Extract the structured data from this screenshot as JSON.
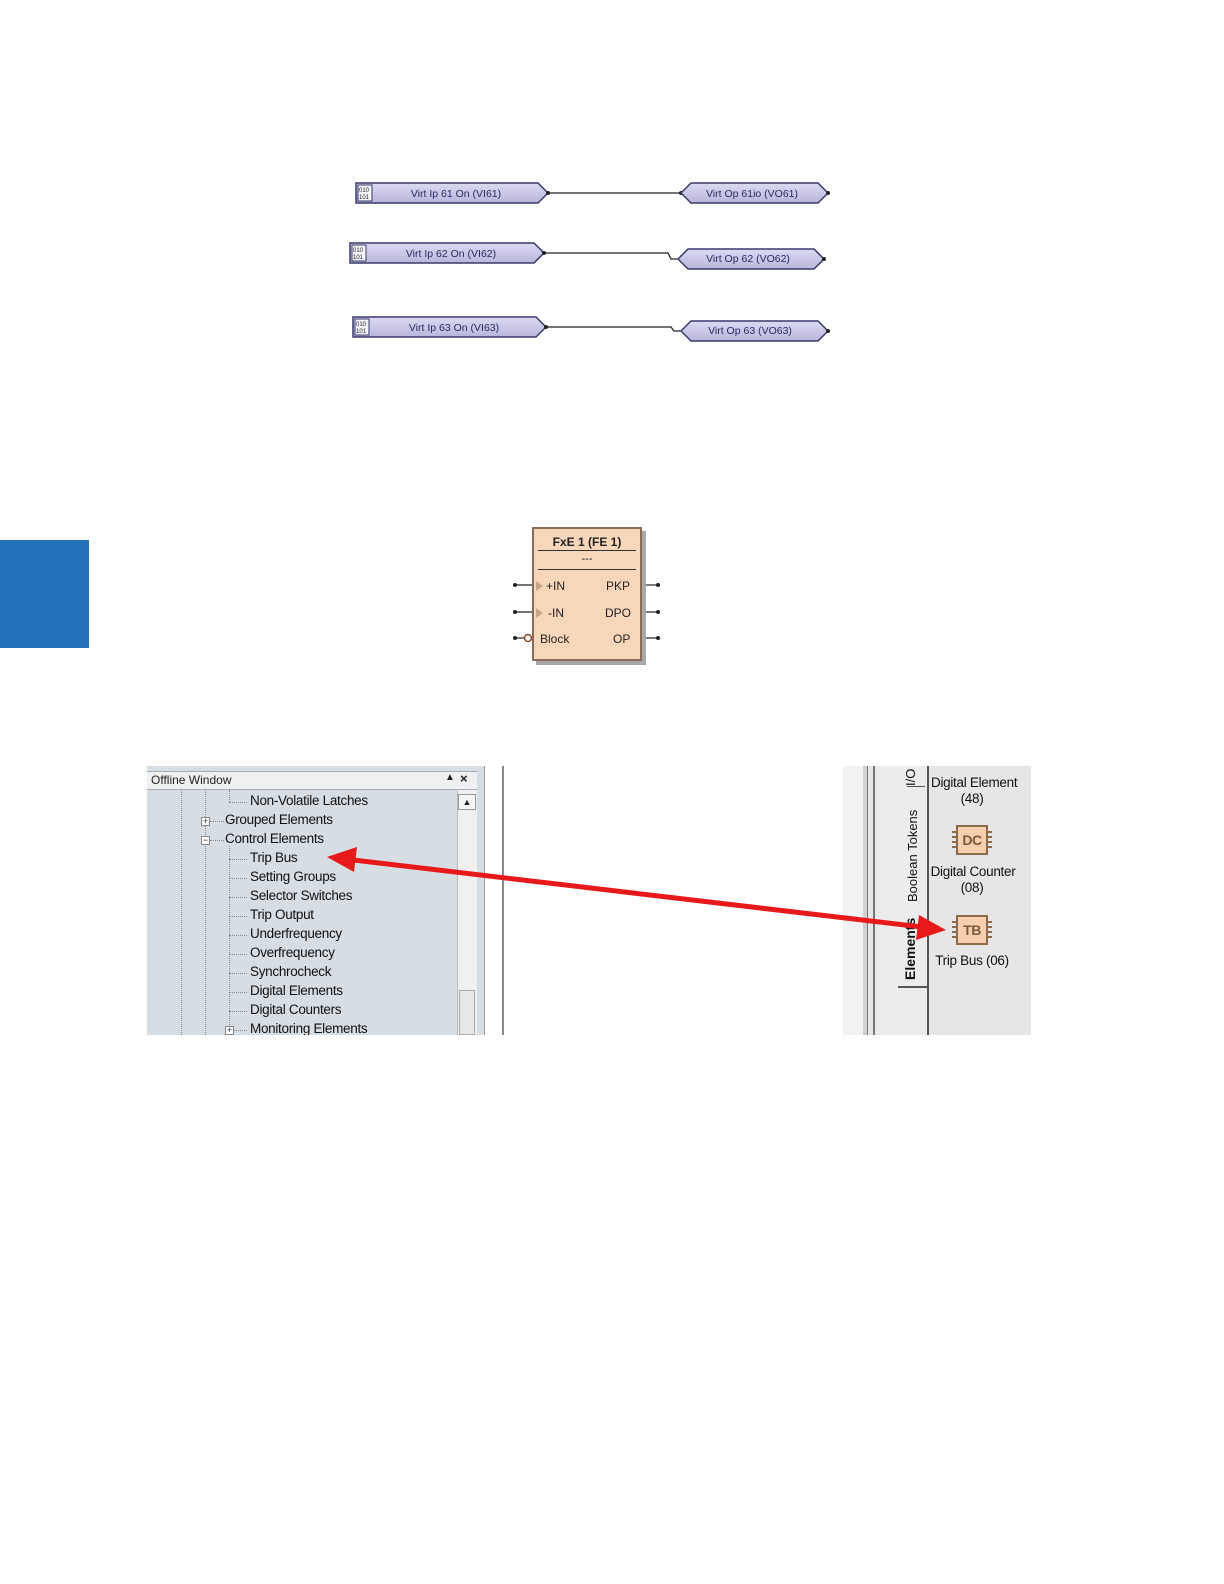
{
  "flexlogic_tokens": [
    {
      "input_label": "Virt Ip 61 On (VI61)",
      "output_label": "Virt Op 61io (VO61)"
    },
    {
      "input_label": "Virt Ip 62 On (VI62)",
      "output_label": "Virt Op 62 (VO62)"
    },
    {
      "input_label": "Virt Ip 63 On (VI63)",
      "output_label": "Virt Op 63 (VO63)"
    }
  ],
  "fxe_block": {
    "title": "FxE 1 (FE 1)",
    "subtitle": "---",
    "inputs": [
      "+IN",
      "-IN",
      "Block"
    ],
    "outputs": [
      "PKP",
      "DPO",
      "OP"
    ]
  },
  "offline_window": {
    "title": "Offline Window",
    "tree": [
      {
        "label": "Non-Volatile Latches",
        "level": 3,
        "expander": null
      },
      {
        "label": "Grouped Elements",
        "level": 2,
        "expander": "+"
      },
      {
        "label": "Control Elements",
        "level": 2,
        "expander": "-"
      },
      {
        "label": "Trip Bus",
        "level": 3,
        "expander": null
      },
      {
        "label": "Setting Groups",
        "level": 3,
        "expander": null
      },
      {
        "label": "Selector Switches",
        "level": 3,
        "expander": null
      },
      {
        "label": "Trip Output",
        "level": 3,
        "expander": null
      },
      {
        "label": "Underfrequency",
        "level": 3,
        "expander": null
      },
      {
        "label": "Overfrequency",
        "level": 3,
        "expander": null
      },
      {
        "label": "Synchrocheck",
        "level": 3,
        "expander": null
      },
      {
        "label": "Digital Elements",
        "level": 3,
        "expander": null
      },
      {
        "label": "Digital Counters",
        "level": 3,
        "expander": null
      },
      {
        "label": "Monitoring Elements",
        "level": 3,
        "expander": "+"
      }
    ]
  },
  "tool_panel": {
    "tabs": [
      "I/O",
      "Boolean Tokens",
      "Elements"
    ],
    "tools": [
      {
        "label_line1": "Digital Element",
        "label_line2": "(48)",
        "icon": null
      },
      {
        "label_line1": "Digital Counter",
        "label_line2": "(08)",
        "icon": "DC"
      },
      {
        "label_line1": "Trip Bus (06)",
        "label_line2": "",
        "icon": "TB"
      }
    ]
  },
  "colors": {
    "side_tab": "#2272b9",
    "token_fill": "#c9c6e6",
    "token_border": "#3a3a6a",
    "fxe_fill": "#f7d6ba",
    "arrow": "#e8191a",
    "tree_background": "#d6dde3"
  }
}
